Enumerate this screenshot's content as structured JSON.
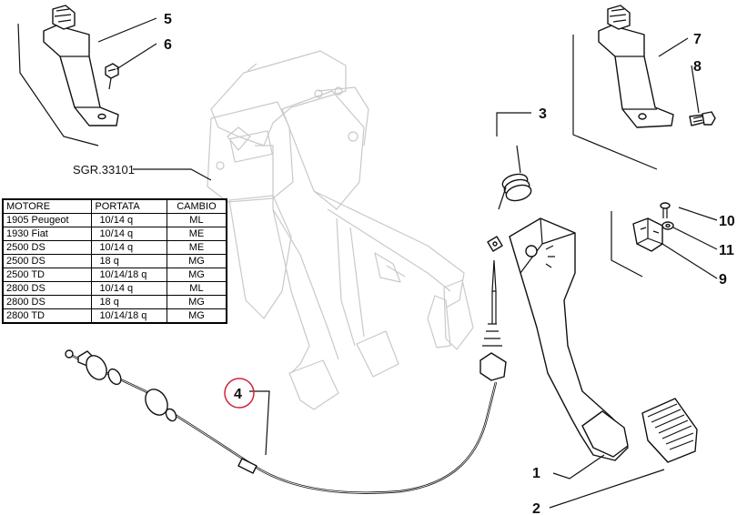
{
  "reference_code": "SGR.33101",
  "callouts": [
    "1",
    "2",
    "3",
    "4",
    "5",
    "6",
    "7",
    "8",
    "9",
    "10",
    "11"
  ],
  "table": {
    "headers": [
      "MOTORE",
      "PORTATA",
      "CAMBIO"
    ],
    "rows": [
      [
        "1905 Peugeot",
        "10/14 q",
        "ML"
      ],
      [
        "1930 Fiat",
        "10/14 q",
        "ME"
      ],
      [
        "2500 DS",
        "10/14 q",
        "ME"
      ],
      [
        "2500 DS",
        "18 q",
        "MG"
      ],
      [
        "2500 TD",
        "10/14/18 q",
        "MG"
      ],
      [
        "2800 DS",
        "10/14 q",
        "ML"
      ],
      [
        "2800 DS",
        "18 q",
        "MG"
      ],
      [
        "2800 TD",
        "10/14/18 q",
        "MG"
      ]
    ]
  },
  "highlight_color": "#d0243a"
}
